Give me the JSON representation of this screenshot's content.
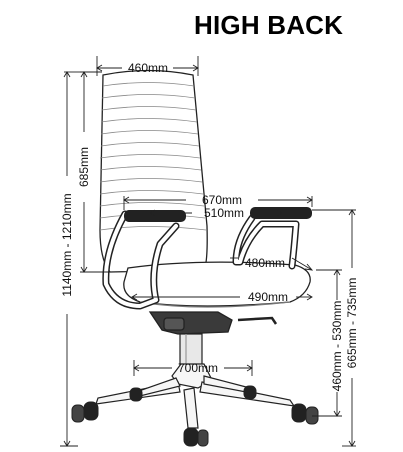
{
  "heading": "HIGH BACK",
  "dimensions": {
    "back_width": "460mm",
    "back_height": "685mm",
    "overall_height": "1140mm - 1210mm",
    "arm_outer_width": "670mm",
    "arm_inner_width": "510mm",
    "seat_depth": "480mm",
    "seat_width": "490mm",
    "base_diameter": "700mm",
    "seat_height": "460mm - 530mm",
    "arm_height": "665mm - 735mm"
  }
}
